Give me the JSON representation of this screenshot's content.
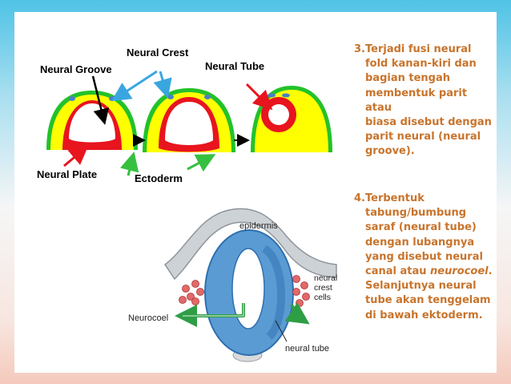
{
  "diagram_top": {
    "labels": {
      "neural_groove": "Neural Groove",
      "neural_crest": "Neural Crest",
      "neural_tube": "Neural Tube",
      "neural_plate": "Neural Plate",
      "ectoderm": "Ectoderm"
    },
    "colors": {
      "red": "#e8141e",
      "yellow": "#ffff00",
      "green": "#22c22a",
      "blue_crest": "#4a7fc8",
      "arrow_blue": "#3aa6e0",
      "arrow_green": "#36c040"
    }
  },
  "diagram_bottom": {
    "labels": {
      "epidermis": "epidermis",
      "neural_crest_cells": [
        "neural",
        "crest",
        "cells"
      ],
      "neurocoel": "Neurocoel",
      "neural_tube": "neural tube"
    },
    "colors": {
      "tube": "#5b9bd4",
      "tube_dark": "#2f6fae",
      "epidermis": "#cdd2d6",
      "crest_cells": "#e06a6a",
      "arrow_green": "#2e9e46"
    }
  },
  "points": [
    {
      "number": "3.",
      "lines": [
        "Terjadi fusi neural",
        "fold kanan-kiri dan",
        "bagian tengah",
        "membentuk parit atau",
        "biasa disebut dengan",
        "parit neural (neural",
        "groove)."
      ]
    },
    {
      "number": "4.",
      "lines": [
        "Terbentuk",
        "tabung/bumbung",
        "saraf (neural tube)",
        "dengan lubangnya",
        "yang disebut neural",
        "canal atau ",
        "Selanjutnya neural",
        "tube akan tenggelam",
        "di bawah ektoderm."
      ],
      "italic_term": "neurocoel",
      "italic_suffix": "."
    }
  ],
  "text_color": "#c8742c"
}
